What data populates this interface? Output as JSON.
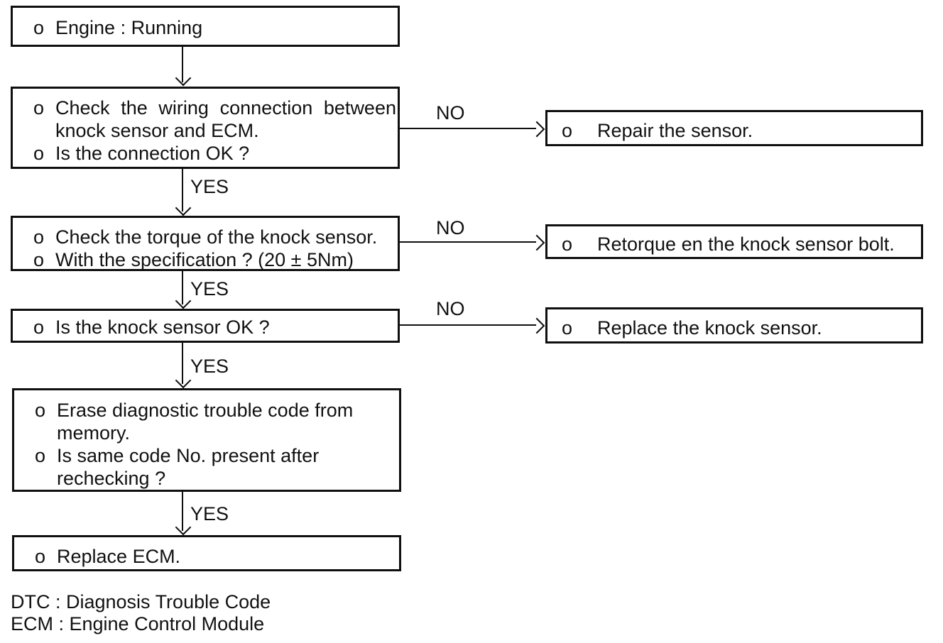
{
  "bullet_char": "o",
  "labels": {
    "yes": "YES",
    "no": "NO"
  },
  "boxes": {
    "engine": {
      "items": [
        "Engine : Running"
      ]
    },
    "wiring": {
      "items": [
        "Check the wiring connection between knock sensor and ECM.",
        "Is the connection OK ?"
      ]
    },
    "torque": {
      "items": [
        "Check the torque of the knock sensor.",
        "With the specification ? (20 ± 5Nm)"
      ]
    },
    "sensor_ok": {
      "items": [
        "Is the knock sensor OK ?"
      ]
    },
    "erase": {
      "items": [
        "Erase diagnostic trouble code from memory.",
        "Is same code No. present after rechecking ?"
      ]
    },
    "replace_ecm": {
      "items": [
        "Replace ECM."
      ]
    }
  },
  "actions": {
    "repair": "Repair the sensor.",
    "retorque": "Retorque en the knock sensor bolt.",
    "replace_sensor": "Replace the knock sensor."
  },
  "footer": {
    "dtc": "DTC : Diagnosis Trouble Code",
    "ecm": "ECM : Engine Control Module"
  }
}
